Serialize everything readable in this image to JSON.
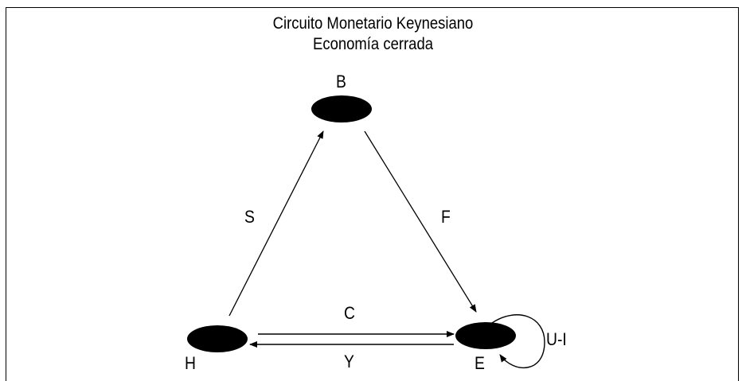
{
  "diagram": {
    "title_line1": "Circuito Monetario Keynesiano",
    "title_line2": "Economía cerrada",
    "nodes": {
      "B": "B",
      "H": "H",
      "E": "E"
    },
    "flows": {
      "S": "S",
      "F": "F",
      "C": "C",
      "Y": "Y",
      "U_I": "U-I"
    },
    "colors": {
      "ink": "#000000",
      "background": "#ffffff"
    }
  }
}
